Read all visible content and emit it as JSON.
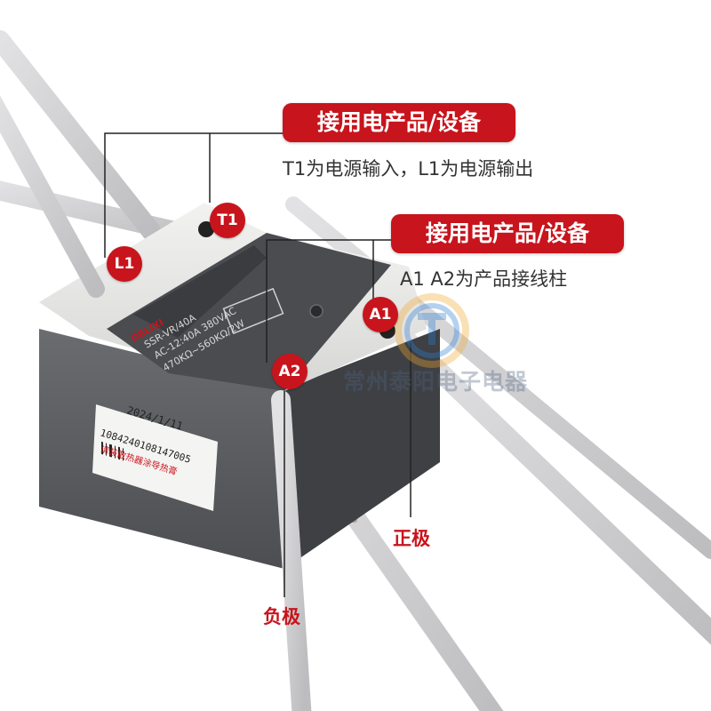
{
  "callouts": {
    "top": {
      "title": "接用电产品/设备",
      "caption": "T1为电源输入，L1为电源输出"
    },
    "middle": {
      "title": "接用电产品/设备",
      "caption": "A1 A2为产品接线柱"
    }
  },
  "terminals": {
    "t1": "T1",
    "l1": "L1",
    "a1": "A1",
    "a2": "A2"
  },
  "polarity": {
    "positive": "正极",
    "negative": "负极"
  },
  "device": {
    "brand": "DELIXI",
    "model": "SSR-VR/40A",
    "rating": "AC-12:40A 380VAC",
    "resistance": "470KΩ~560KΩ/2W",
    "date": "2024/1/11",
    "serial": "1084240108147005",
    "warning": "请装散热器涂导热膏"
  },
  "watermark": "常州泰阳电子电器",
  "colors": {
    "accent_red": "#c8141c",
    "device_gray": "#5a5c60",
    "cap_white": "#e8e8e6",
    "cable_gray": "#cfcfd1"
  }
}
